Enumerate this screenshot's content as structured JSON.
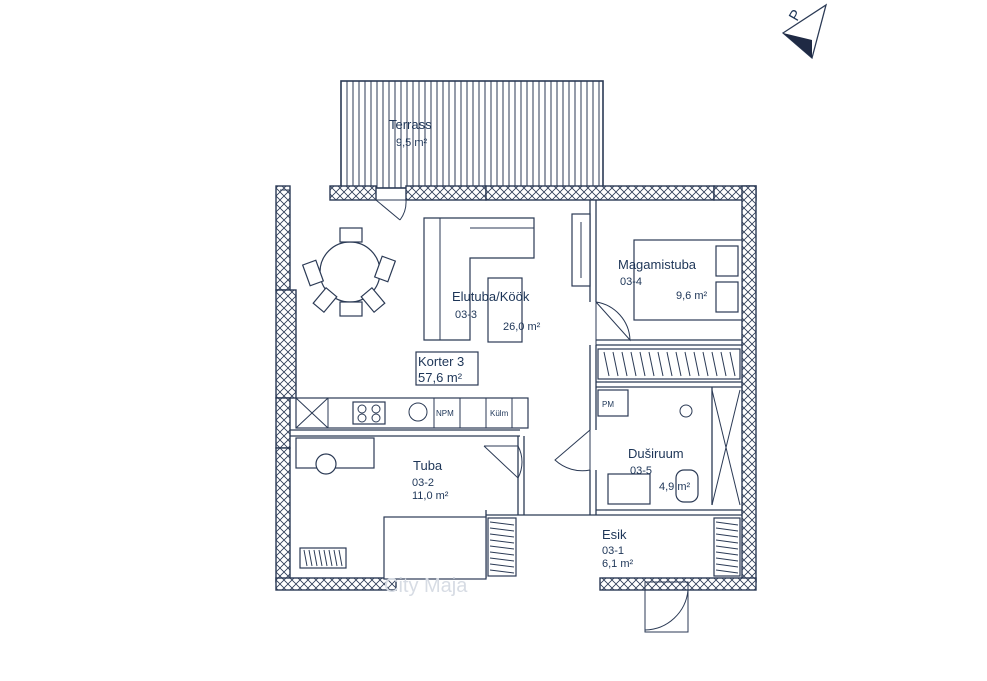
{
  "compass": {
    "letter": "P"
  },
  "apartment": {
    "name": "Korter 3",
    "area": "57,6 m²"
  },
  "rooms": {
    "terrace": {
      "name": "Terrass",
      "number": "",
      "area": "9,5 m²"
    },
    "living": {
      "name": "Elutuba/Köök",
      "number": "03-3",
      "area": "26,0 m²"
    },
    "bedroom": {
      "name": "Magamistuba",
      "number": "03-4",
      "area": "9,6 m²"
    },
    "shower": {
      "name": "Duširuum",
      "number": "03-5",
      "area": "4,9 m²"
    },
    "room": {
      "name": "Tuba",
      "number": "03-2",
      "area": "11,0 m²"
    },
    "hall": {
      "name": "Esik",
      "number": "03-1",
      "area": "6,1 m²"
    }
  },
  "fixtures": {
    "dishwasher": "NPM",
    "fridge": "Külm",
    "washer": "PM"
  },
  "watermark": {
    "text": "City Maja"
  },
  "colors": {
    "line": "#2b3a55",
    "text": "#1d3557"
  }
}
